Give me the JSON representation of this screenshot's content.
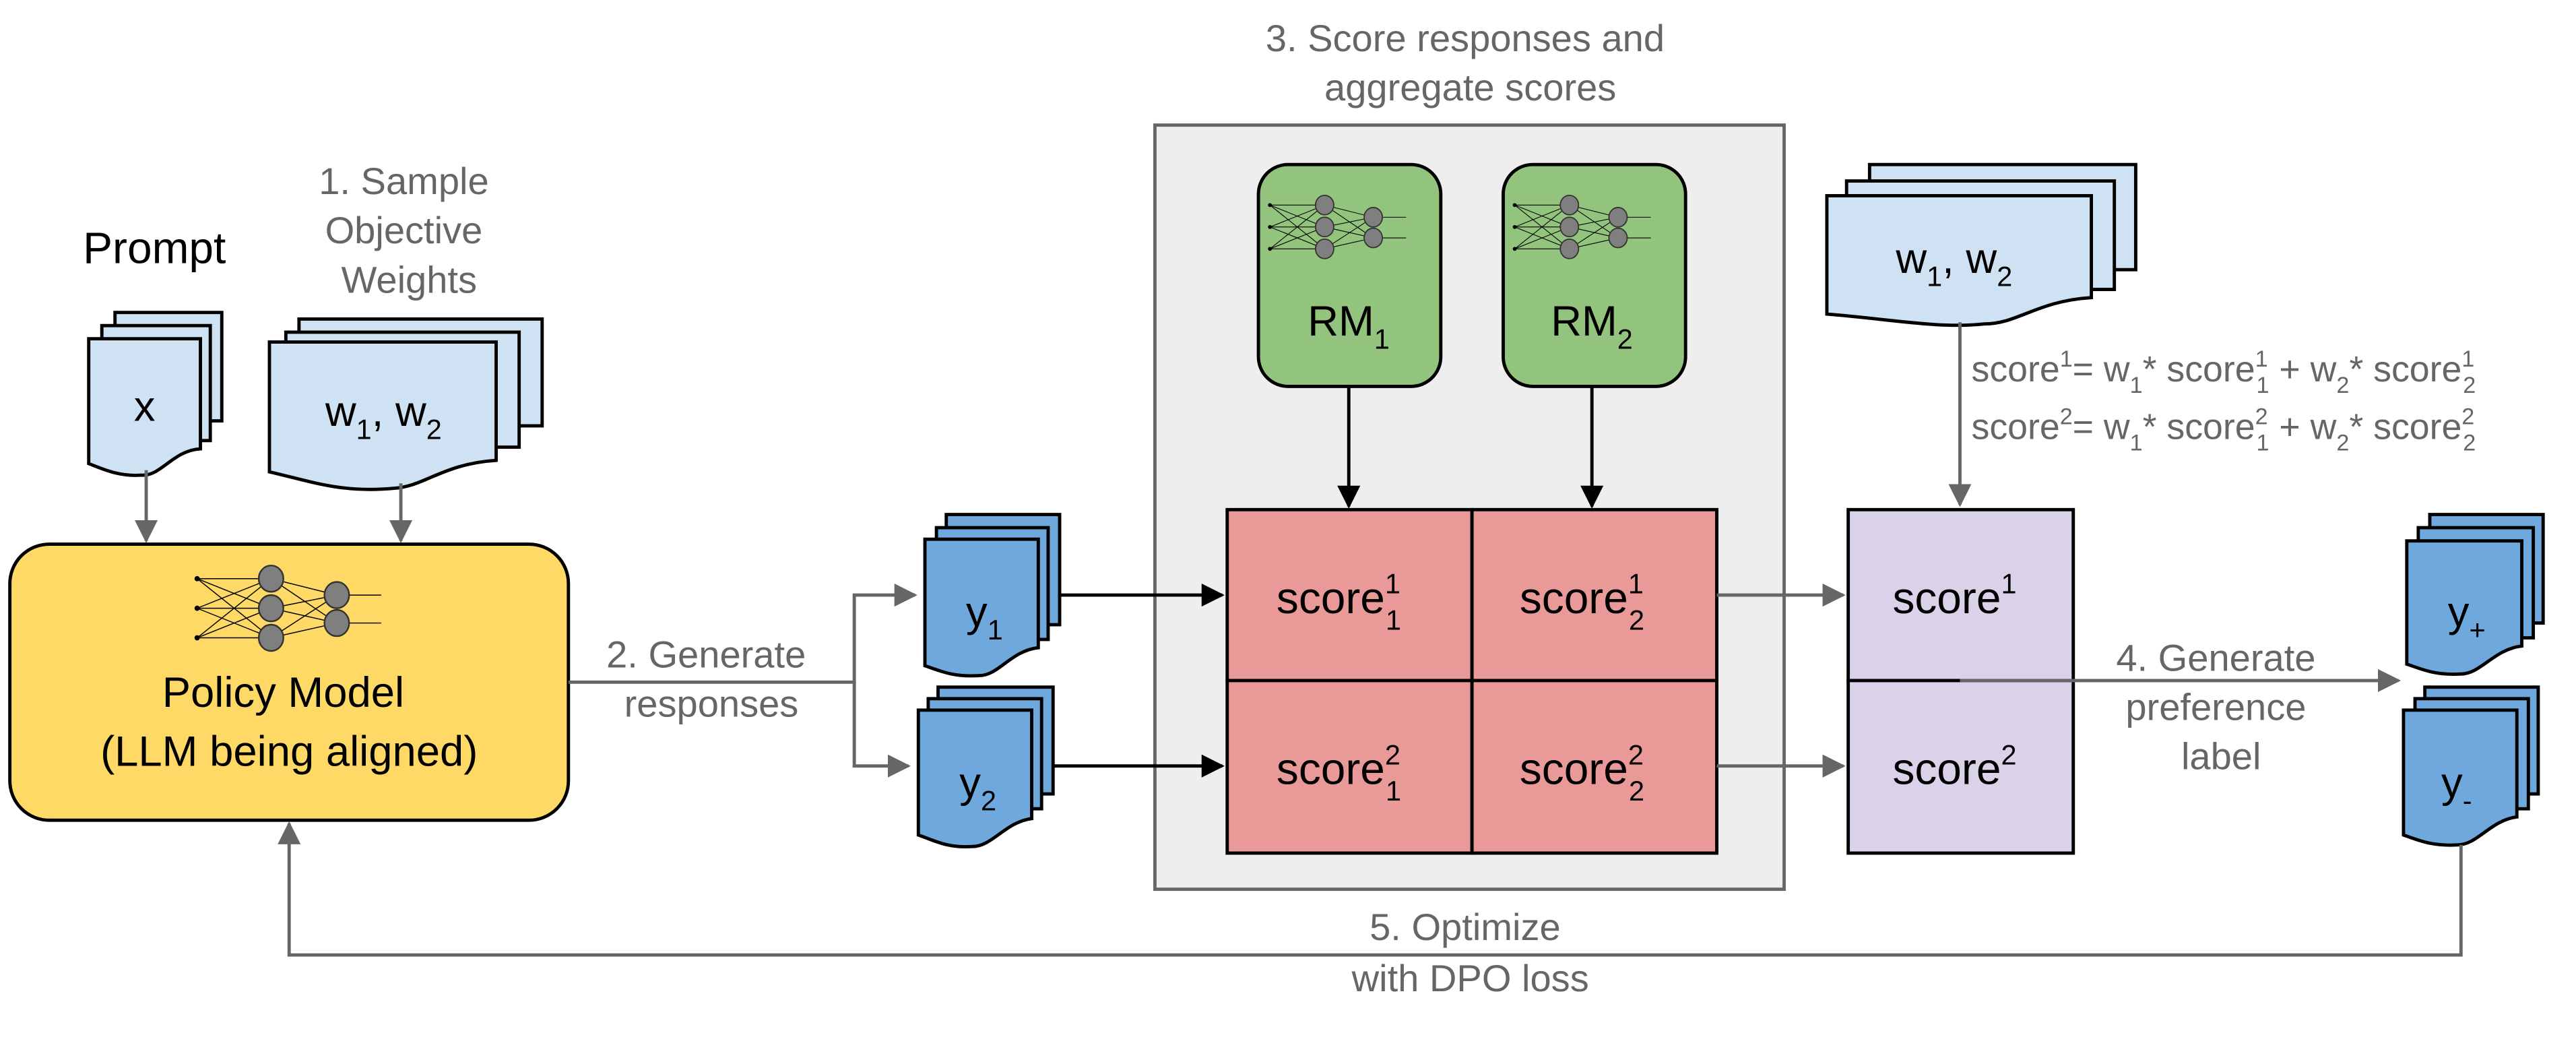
{
  "steps": {
    "step1": [
      "1. Sample",
      "Objective",
      "Weights"
    ],
    "step2": [
      "2. Generate",
      "responses"
    ],
    "step3": [
      "3. Score responses and",
      "aggregate scores"
    ],
    "step4": [
      "4. Generate",
      "preference",
      "label"
    ],
    "step5": [
      "5. Optimize",
      "with DPO loss"
    ]
  },
  "prompt": {
    "title": "Prompt",
    "doc_label": "x"
  },
  "weights_doc": {
    "w": "w",
    "s1": "1",
    "comma": ", ",
    "s2": "2"
  },
  "policy_model": {
    "line1": "Policy Model",
    "line2": "(LLM being aligned)"
  },
  "responses": [
    {
      "base": "y",
      "sub": "1"
    },
    {
      "base": "y",
      "sub": "2"
    }
  ],
  "reward_models": [
    {
      "base": "RM",
      "sub": "1"
    },
    {
      "base": "RM",
      "sub": "2"
    }
  ],
  "score_grid": [
    {
      "base": "score",
      "sup": "1",
      "sub": "1"
    },
    {
      "base": "score",
      "sup": "1",
      "sub": "2"
    },
    {
      "base": "score",
      "sup": "2",
      "sub": "1"
    },
    {
      "base": "score",
      "sup": "2",
      "sub": "2"
    }
  ],
  "aggregate_scores": [
    {
      "base": "score",
      "sup": "1"
    },
    {
      "base": "score",
      "sup": "2"
    }
  ],
  "formula": [
    {
      "lhs": "score",
      "lhs_sup": "1",
      "eq": "= w",
      "w1_sub": "1",
      "star1": "* score",
      "t1_sup": "1",
      "t1_sub": "1",
      "plus": " + w",
      "w2_sub": "2",
      "star2": "* score",
      "t2_sup": "1",
      "t2_sub": "2"
    },
    {
      "lhs": "score",
      "lhs_sup": "2",
      "eq": "= w",
      "w1_sub": "1",
      "star1": "* score",
      "t1_sup": "2",
      "t1_sub": "1",
      "plus": " + w",
      "w2_sub": "2",
      "star2": "* score",
      "t2_sup": "2",
      "t2_sub": "2"
    }
  ],
  "preference": [
    {
      "base": "y",
      "sub": "+"
    },
    {
      "base": "y",
      "sub": "-"
    }
  ],
  "colors": {
    "policy": "#ffd966",
    "reward_model": "#93c47d",
    "score_cell": "#ea9999",
    "aggregate": "#d9d2e9",
    "doc_light": "#cfe2f3",
    "doc_dark": "#6fa8dc",
    "panel": "#eeeeee",
    "annotation": "#666666"
  }
}
